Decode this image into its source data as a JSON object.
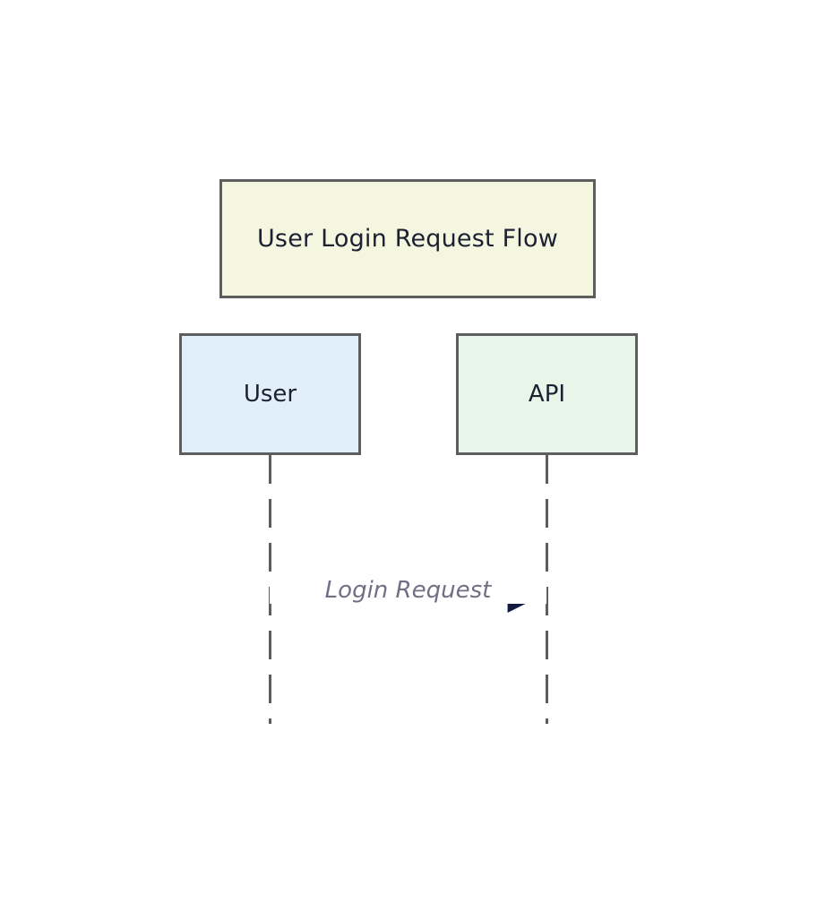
{
  "diagram": {
    "type": "sequence-diagram",
    "title": "User Login Request Flow",
    "background_color": "#ffffff",
    "title_box": {
      "label": "User Login Request Flow",
      "fill_color": "#f5f6e0",
      "border_color": "#5e5e5e"
    },
    "participants": [
      {
        "id": "user",
        "label": "User",
        "fill_color": "#e1effb",
        "border_color": "#5e5e5e",
        "lifeline_color": "#5e5e5e",
        "lifeline_style": "dashed"
      },
      {
        "id": "api",
        "label": "API",
        "fill_color": "#e8f5e9",
        "border_color": "#5e5e5e",
        "lifeline_color": "#5e5e5e",
        "lifeline_style": "dashed"
      }
    ],
    "messages": [
      {
        "label": "Login Request",
        "from": "User",
        "to": "API",
        "direction": "right",
        "arrow_head": "solid",
        "line_style": "solid",
        "line_color": "#131a42",
        "label_color": "#6f7084"
      }
    ]
  }
}
